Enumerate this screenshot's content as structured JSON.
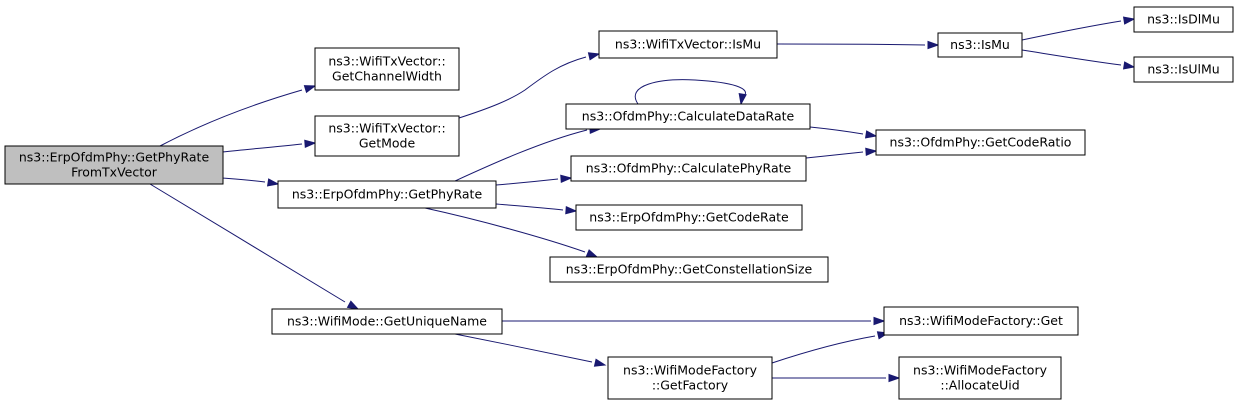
{
  "diagram": {
    "nodes": [
      {
        "id": "root",
        "lines": [
          "ns3::ErpOfdmPhy::GetPhyRate",
          "FromTxVector"
        ]
      },
      {
        "id": "getchannelwidth",
        "lines": [
          "ns3::WifiTxVector::",
          "GetChannelWidth"
        ]
      },
      {
        "id": "getmode",
        "lines": [
          "ns3::WifiTxVector::",
          "GetMode"
        ]
      },
      {
        "id": "erp_getphyrate",
        "lines": [
          "ns3::ErpOfdmPhy::GetPhyRate"
        ]
      },
      {
        "id": "getuniquename",
        "lines": [
          "ns3::WifiMode::GetUniqueName"
        ]
      },
      {
        "id": "txvector_ismu",
        "lines": [
          "ns3::WifiTxVector::IsMu"
        ]
      },
      {
        "id": "ismu",
        "lines": [
          "ns3::IsMu"
        ]
      },
      {
        "id": "isdlmu",
        "lines": [
          "ns3::IsDlMu"
        ]
      },
      {
        "id": "isulmu",
        "lines": [
          "ns3::IsUlMu"
        ]
      },
      {
        "id": "calculatedatarate",
        "lines": [
          "ns3::OfdmPhy::CalculateDataRate"
        ]
      },
      {
        "id": "calculatephyrate",
        "lines": [
          "ns3::OfdmPhy::CalculatePhyRate"
        ]
      },
      {
        "id": "getcodeperate",
        "lines": [
          "ns3::ErpOfdmPhy::GetCodeRate"
        ]
      },
      {
        "id": "getconstellationsize",
        "lines": [
          "ns3::ErpOfdmPhy::GetConstellationSize"
        ]
      },
      {
        "id": "getcoderatio",
        "lines": [
          "ns3::OfdmPhy::GetCodeRatio"
        ]
      },
      {
        "id": "modefactory_get",
        "lines": [
          "ns3::WifiModeFactory::Get"
        ]
      },
      {
        "id": "getfactory",
        "lines": [
          "ns3::WifiModeFactory",
          "::GetFactory"
        ]
      },
      {
        "id": "allocateuid",
        "lines": [
          "ns3::WifiModeFactory",
          "::AllocateUid"
        ]
      }
    ],
    "edges": [
      {
        "from": "root",
        "to": "getchannelwidth"
      },
      {
        "from": "root",
        "to": "getmode"
      },
      {
        "from": "root",
        "to": "erp_getphyrate"
      },
      {
        "from": "root",
        "to": "getuniquename"
      },
      {
        "from": "getmode",
        "to": "txvector_ismu"
      },
      {
        "from": "txvector_ismu",
        "to": "ismu"
      },
      {
        "from": "ismu",
        "to": "isdlmu"
      },
      {
        "from": "ismu",
        "to": "isulmu"
      },
      {
        "from": "erp_getphyrate",
        "to": "calculatedatarate"
      },
      {
        "from": "erp_getphyrate",
        "to": "calculatephyrate"
      },
      {
        "from": "erp_getphyrate",
        "to": "getcodeperate"
      },
      {
        "from": "erp_getphyrate",
        "to": "getconstellationsize"
      },
      {
        "from": "calculatedatarate",
        "to": "calculatedatarate"
      },
      {
        "from": "calculatedatarate",
        "to": "getcoderatio"
      },
      {
        "from": "calculatephyrate",
        "to": "getcoderatio"
      },
      {
        "from": "getuniquename",
        "to": "modefactory_get"
      },
      {
        "from": "getuniquename",
        "to": "getfactory"
      },
      {
        "from": "getfactory",
        "to": "modefactory_get"
      },
      {
        "from": "getfactory",
        "to": "allocateuid"
      }
    ],
    "colors": {
      "edge": "#191970",
      "root_fill": "#bfbfbf",
      "node_fill": "#ffffff",
      "border": "#000000"
    }
  }
}
